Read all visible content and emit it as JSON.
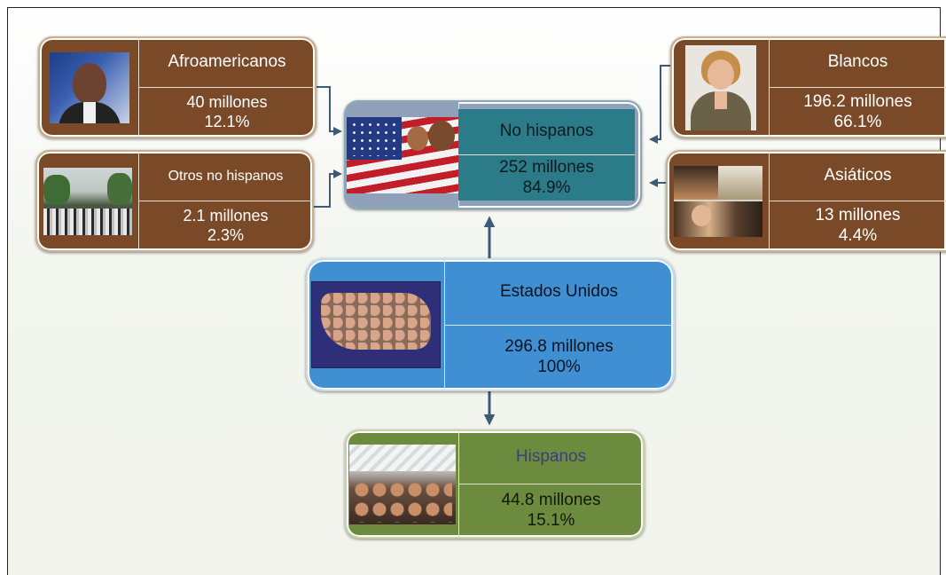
{
  "nodes": {
    "afroamericanos": {
      "label": "Afroamericanos",
      "amount": "40 millones",
      "percent": "12.1%",
      "image": "obama-portrait"
    },
    "otros_no_hispanos": {
      "label": "Otros no hispanos",
      "amount": "2.1 millones",
      "percent": "2.3%",
      "image": "street-crowd"
    },
    "no_hispanos": {
      "label": "No hispanos",
      "amount": "252 millones",
      "percent": "84.9%",
      "image": "american-flag-crowd"
    },
    "blancos": {
      "label": "Blancos",
      "amount": "196.2 millones",
      "percent": "66.1%",
      "image": "woman-portrait"
    },
    "asiaticos": {
      "label": "Asiáticos",
      "amount": "13 millones",
      "percent": "4.4%",
      "image": "asian-family-collage"
    },
    "estados_unidos": {
      "label": "Estados Unidos",
      "amount": "296.8 millones",
      "percent": "100%",
      "image": "us-map-faces"
    },
    "hispanos": {
      "label": "Hispanos",
      "amount": "44.8 millones",
      "percent": "15.1%",
      "image": "hispanic-children-collage"
    }
  },
  "colors": {
    "brown": "#7a4a28",
    "teal": "#2e7f8c",
    "blue": "#3f8fd2",
    "green": "#6d8b3e",
    "arrow": "#3d5a78"
  }
}
